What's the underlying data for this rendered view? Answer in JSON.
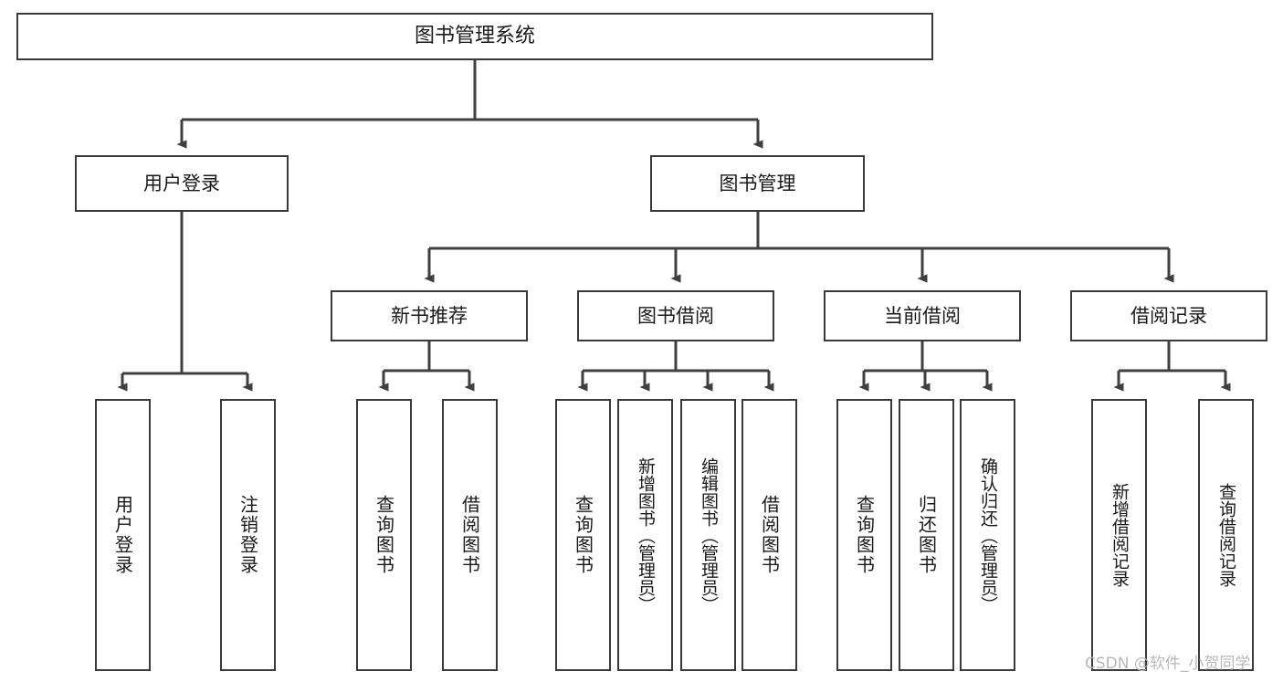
{
  "diagram": {
    "title": "图书管理系统",
    "type": "hierarchy-tree",
    "theme": {
      "background": "#ffffff",
      "box_border": "#3a3a3a",
      "box_fill": "#ffffff",
      "edge_color": "#3f3f3f",
      "text_color": "#1a1a1a",
      "watermark_color": "#b9b9b9"
    },
    "root": {
      "label": "图书管理系统"
    },
    "level2": [
      {
        "label": "用户登录"
      },
      {
        "label": "图书管理"
      }
    ],
    "level3": [
      {
        "label": "新书推荐"
      },
      {
        "label": "图书借阅"
      },
      {
        "label": "当前借阅"
      },
      {
        "label": "借阅记录"
      }
    ],
    "leaves": {
      "user_login": [
        {
          "label": "用户登录"
        },
        {
          "label": "注销登录"
        }
      ],
      "new_book_recommend": [
        {
          "label": "查询图书"
        },
        {
          "label": "借阅图书"
        }
      ],
      "book_borrow": [
        {
          "label": "查询图书"
        },
        {
          "label": "新增图书（管理员）"
        },
        {
          "label": "编辑图书（管理员）"
        },
        {
          "label": "借阅图书"
        }
      ],
      "current_borrow": [
        {
          "label": "查询图书"
        },
        {
          "label": "归还图书"
        },
        {
          "label": "确认归还（管理员）"
        }
      ],
      "borrow_record": [
        {
          "label": "新增借阅记录"
        },
        {
          "label": "查询借阅记录"
        }
      ]
    }
  },
  "watermark": {
    "text": "CSDN @软件_小贺同学"
  }
}
